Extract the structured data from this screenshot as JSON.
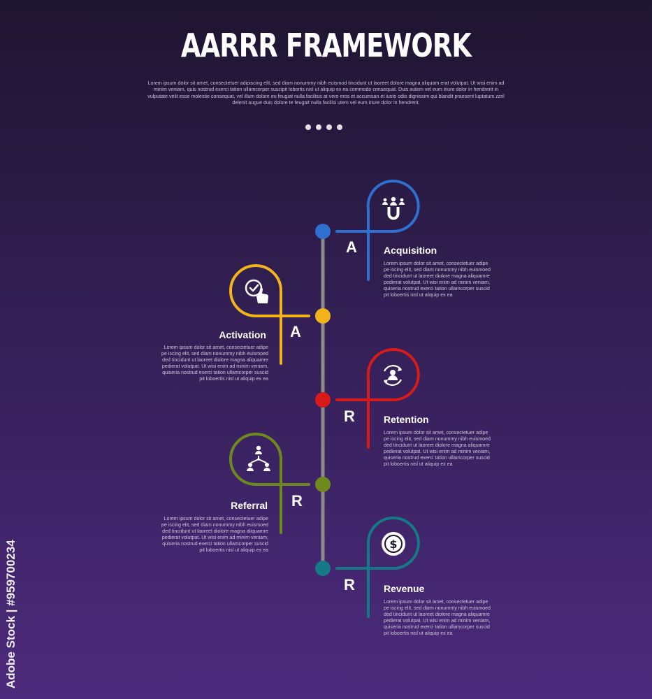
{
  "header": {
    "title": "AARRR FRAMEWORK",
    "subtitle": "Lorem ipsum dolor sit amet, consectetuer adipiscing elit, sed diam nonummy nibh euismod tincidunt ut laoreet dolore magna aliquam erat volutpat. Ut wisi enim ad minim veniam, quis nostrud exerci tation ullamcorper suscipit lobortis nisl ut aliquip ex ea commodo consequat. Duis autem vel eum iriure dolor in hendrerit in vulputate velit esse molestie consequat, vel illum dolore eu feugiat nulla facilisis at vero eros et accumsan et iusto odio dignissim qui blandit praesent luptatum zzril delenit augue duis dolore te feugait nulla facilisi utem vel eum iriure dolor in hendrerit."
  },
  "colors": {
    "timeline": "#8a8a8a",
    "acquisition": "#2f6fd0",
    "activation": "#f2b41a",
    "retention": "#d91a1a",
    "referral": "#6e8a1c",
    "revenue": "#167a86"
  },
  "steps": [
    {
      "letter": "A",
      "title": "Acquisition",
      "icon": "magnet-users-icon",
      "description": "Lorem ipsum dolor sit amet, consectetuer adipe\npe iscing elit, sed diam nonummy nibh euismoed\nded tincidunt ut laoreet diolore magna aliquamre\npedierat volutpat. Ut wisi enim ad minim veniam,\nquiseria nostrud exerci tation ullamcorper suscid\npit loboertis nisl ut aliquip ex ea"
    },
    {
      "letter": "A",
      "title": "Activation",
      "icon": "hand-check-icon",
      "description": "Lorem ipsum dolor sit amet, consectetuer adipe\npe iscing elit, sed diam nonummy nibh euismoed\nded tincidunt ut laoreet diolore magna aliquamre\npedierat volutpat. Ut wisi enim ad minim veniam,\nquiseria nostrud exerci tation ullamcorper suscid\npit loboertis nisl ut aliquip ex ea"
    },
    {
      "letter": "R",
      "title": "Retention",
      "icon": "user-cycle-icon",
      "description": "Lorem ipsum dolor sit amet, consectetuer adipe\npe iscing elit, sed diam nonummy nibh euismoed\nded tincidunt ut laoreet diolore magna aliquamre\npedierat volutpat. Ut wisi enim ad minim veniam,\nquiseria nostrud exerci tation ullamcorper suscid\npit loboertis nisl ut aliquip ex ea"
    },
    {
      "letter": "R",
      "title": "Referral",
      "icon": "network-users-icon",
      "description": "Lorem ipsum dolor sit amet, consectetuer adipe\npe iscing elit, sed diam nonummy nibh euismoed\nded tincidunt ut laoreet diolore magna aliquamre\npedierat volutpat. Ut wisi enim ad minim veniam,\nquiseria nostrud exerci tation ullamcorper suscid\npit loboertis nisl ut aliquip ex ea"
    },
    {
      "letter": "R",
      "title": "Revenue",
      "icon": "dollar-coin-icon",
      "description": "Lorem ipsum dolor sit amet, consectetuer adipe\npe iscing elit, sed diam nonummy nibh euismoed\nded tincidunt ut laoreet diolore magna aliquamre\npedierat volutpat. Ut wisi enim ad minim veniam,\nquiseria nostrud exerci tation ullamcorper suscid\npit loboertis nisl ut aliquip ex ea"
    }
  ],
  "watermark": "Adobe Stock | #959700234"
}
